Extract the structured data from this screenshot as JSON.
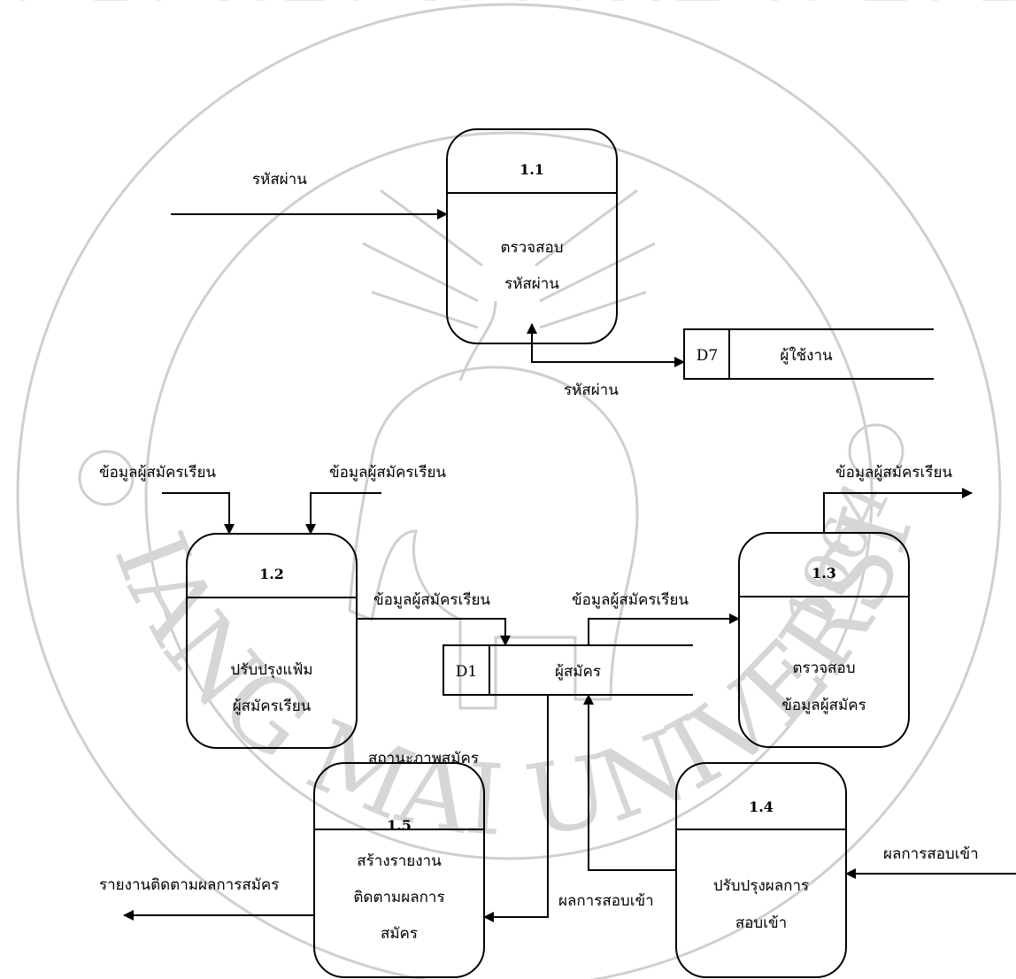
{
  "processes": {
    "p11": {
      "number": "1.1",
      "line1": "ตรวจสอบ",
      "line2": "รหัสผ่าน"
    },
    "p12": {
      "number": "1.2",
      "line1": "ปรับปรุงแฟ้ม",
      "line2": "ผู้สมัครเรียน"
    },
    "p13": {
      "number": "1.3",
      "line1": "ตรวจสอบ",
      "line2": "ข้อมูลผู้สมัคร"
    },
    "p14": {
      "number": "1.4",
      "line1": "ปรับปรุงผลการ",
      "line2": "สอบเข้า"
    },
    "p15": {
      "number": "1.5",
      "line1": "สร้างรายงาน",
      "line2": "ติดตามผลการ",
      "line3": "สมัคร"
    }
  },
  "stores": {
    "d7": {
      "id": "D7",
      "name": "ผู้ใช้งาน"
    },
    "d1": {
      "id": "D1",
      "name": "ผู้สมัคร"
    }
  },
  "flows": {
    "password_in": "รหัสผ่าน",
    "password_store": "รหัสผ่าน",
    "applicant_in_1": "ข้อมูลผู้สมัครเรียน",
    "applicant_in_2": "ข้อมูลผู้สมัครเรียน",
    "applicant_to_d1": "ข้อมูลผู้สมัครเรียน",
    "applicant_to_13": "ข้อมูลผู้สมัครเรียน",
    "applicant_out": "ข้อมูลผู้สมัครเรียน",
    "status": "สถานะภาพสมัคร",
    "exam_result_in": "ผลการสอบเข้า",
    "exam_result_to_d1": "ผลการสอบเข้า",
    "report_out": "รายงานติดตามผลการสมัคร"
  },
  "watermark": {
    "top_text": "ลิขสิทธิ์มหาวิทยาลัยเชียงใหม่",
    "bottom_text": "CHIANG MAI UNIVERSITY",
    "year": "1964"
  }
}
